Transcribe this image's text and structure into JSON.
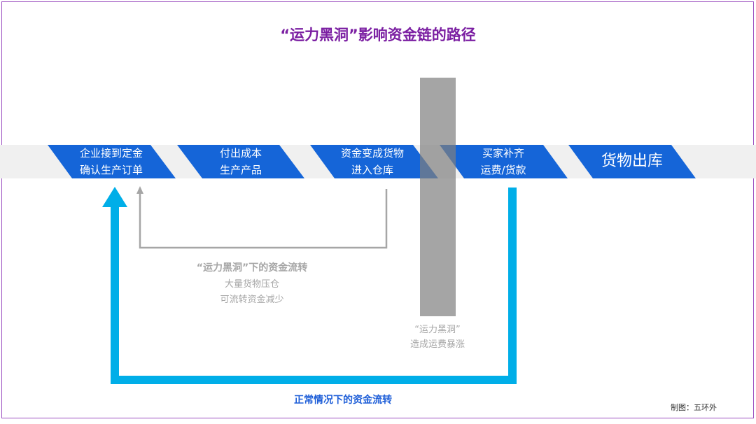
{
  "title": "“运力黑洞”影响资金链的路径",
  "steps": [
    {
      "line1": "企业接到定金",
      "line2": "确认生产订单"
    },
    {
      "line1": "付出成本",
      "line2": "生产产品"
    },
    {
      "line1": "资金变成货物",
      "line2": "进入仓库"
    },
    {
      "line1": "买家补齐",
      "line2": "运费/货款"
    },
    {
      "line1": "货物出库"
    }
  ],
  "blackhole_flow": {
    "title": "“运力黑洞”下的资金流转",
    "line1": "大量货物压仓",
    "line2": "可流转资金减少"
  },
  "blackhole_bar": {
    "line1": "“运力黑洞”",
    "line2": "造成运费暴涨"
  },
  "normal_flow": "正常情况下的资金流转",
  "credit": "制图：五环外",
  "colors": {
    "step_blue": "#1565d8",
    "loop_cyan": "#00aee8",
    "gray": "#a6a6a6",
    "title_purple": "#7b1fa2"
  }
}
